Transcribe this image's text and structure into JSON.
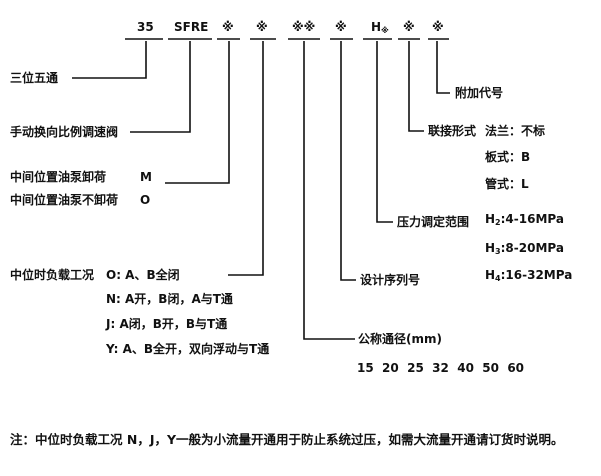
{
  "model_code": {
    "c1": "35",
    "c2": "SFRE",
    "c3": "※",
    "c4": "※",
    "c5": "※※",
    "c6": "※",
    "c7": "H",
    "c7_sub": "※",
    "c8": "※",
    "c9": "※"
  },
  "labels": {
    "three_pos_five_way": "三位五通",
    "manual_prop_valve": "手动换向比例调速阀",
    "center_unload": "中间位置油泵卸荷",
    "center_unload_code": "M",
    "center_no_unload": "中间位置油泵不卸荷",
    "center_no_unload_code": "O",
    "center_load_title": "中位时负载工况",
    "center_modes": [
      "O: A、B全闭",
      "N: A开，B闭，A与T通",
      "J: A闭，B开，B与T通",
      "Y: A、B全开，双向浮动与T通"
    ],
    "design_serial": "设计序列号",
    "nominal_size_title": "公称通径(mm)",
    "nominal_sizes": "15  20  25  32  40  50  60",
    "pressure_range": "压力调定范围",
    "pressure_ranges": [
      {
        "code": "H",
        "sub": "2",
        "range": ":4-16MPa"
      },
      {
        "code": "H",
        "sub": "3",
        "range": ":8-20MPa"
      },
      {
        "code": "H",
        "sub": "4",
        "range": ":16-32MPa"
      }
    ],
    "connection_form": "联接形式",
    "connection_options": [
      "法兰：不标",
      "板式：B",
      "管式：L"
    ],
    "extra_code": "附加代号"
  },
  "note": "注：中位时负载工况 N，J，Y一般为小流量开通用于防止系统过压，如需大流量开通请订货时说明。"
}
